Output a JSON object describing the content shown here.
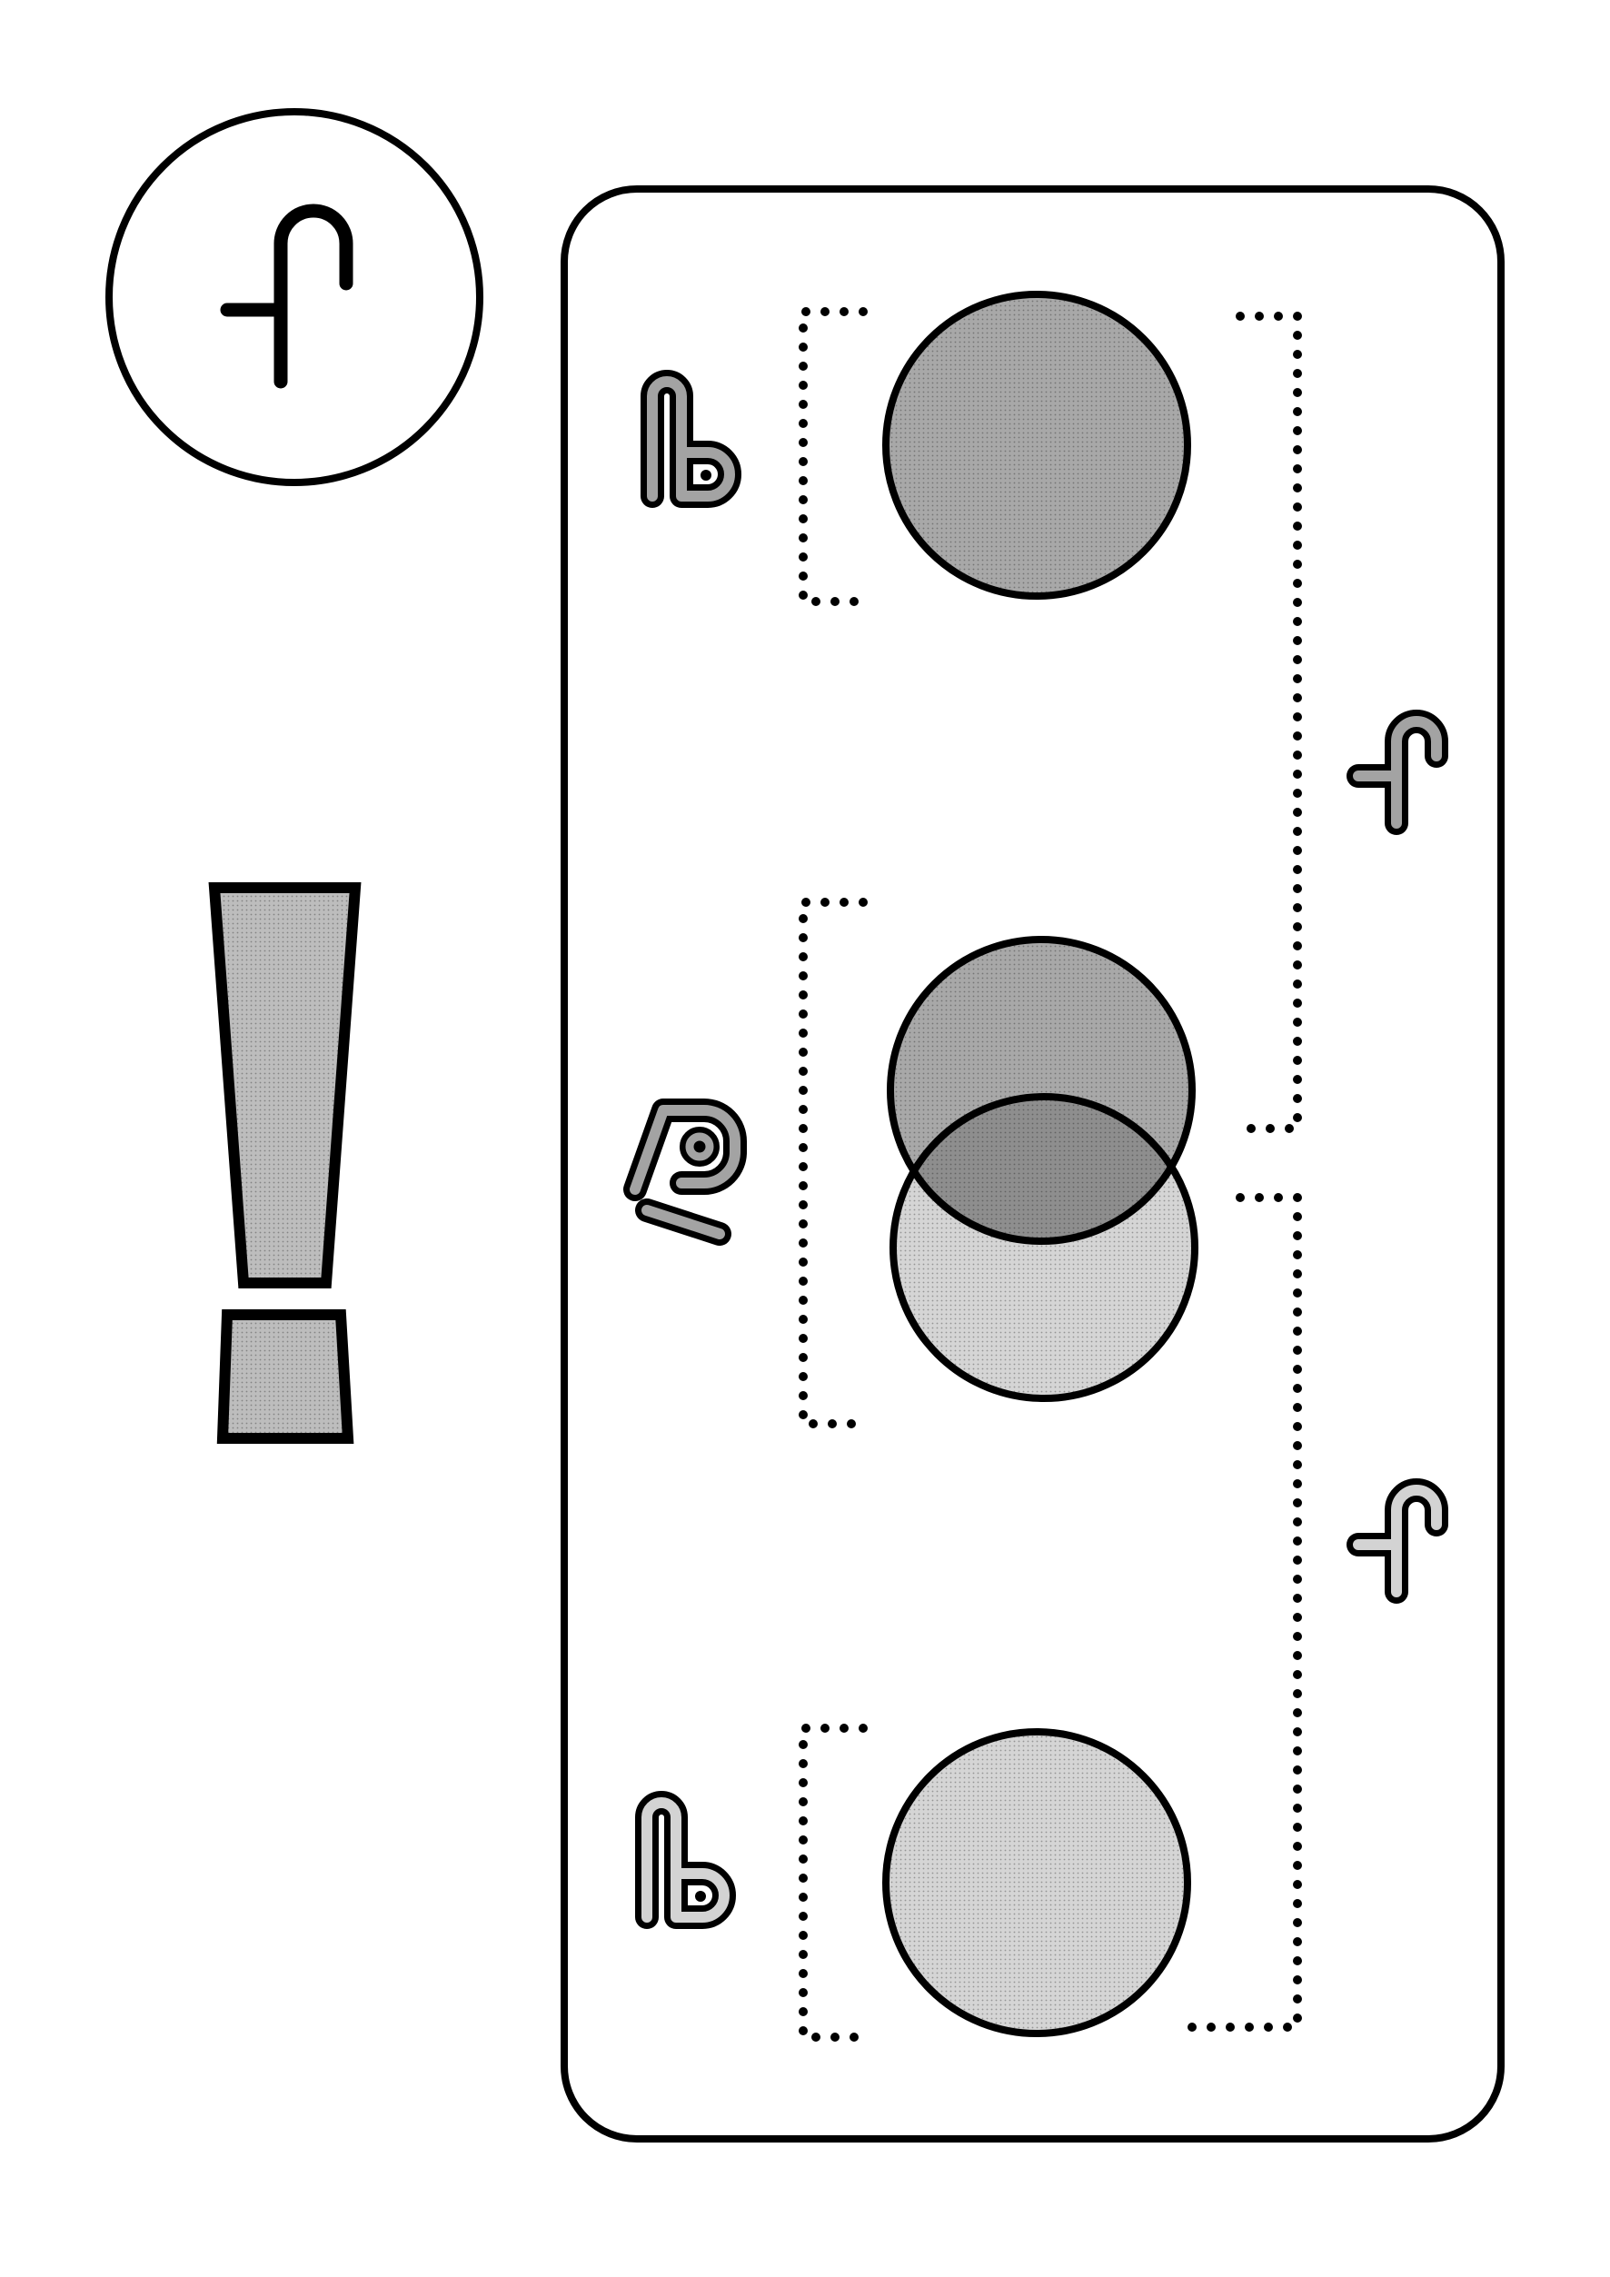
{
  "colors": {
    "background": "#ffffff",
    "circle_dark": "#a8a8a8",
    "circle_light": "#d5d5d5",
    "circle_overlap": "#8e8e8e",
    "exclamation_fill": "#bdbdbd",
    "glyph_fill_dark": "#a3a3a3",
    "glyph_fill_light": "#d3d3d3"
  },
  "icons": {
    "badge": "hook-glyph",
    "alert": "exclamation-mark",
    "row_glyphs": [
      "m-glyph",
      "swirl-glyph",
      "m-glyph"
    ],
    "side_glyphs": [
      "hook-glyph",
      "hook-glyph"
    ]
  }
}
